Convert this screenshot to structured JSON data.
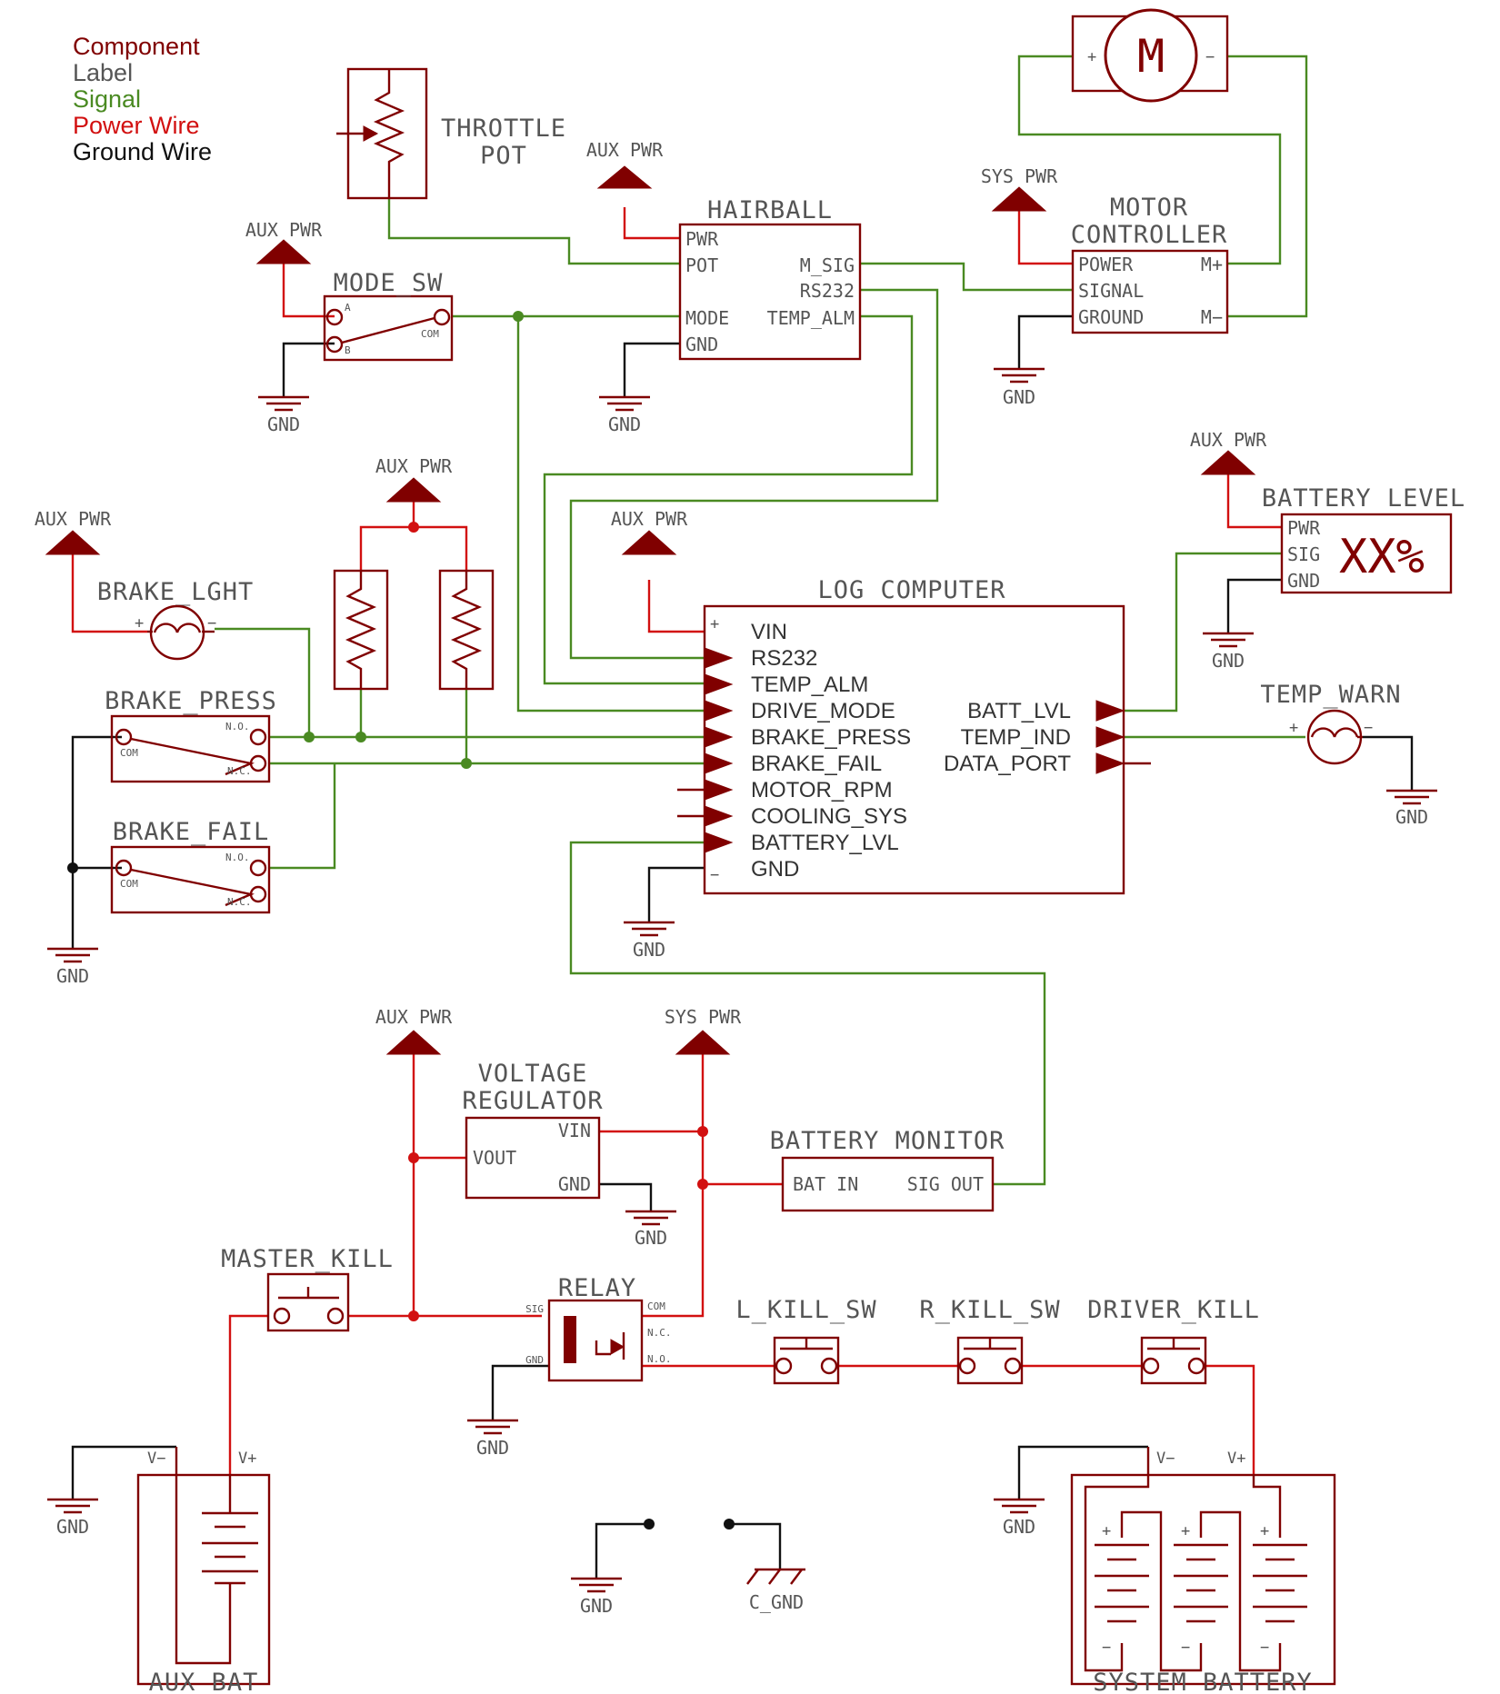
{
  "legend": {
    "component": "Component",
    "label": "Label",
    "signal": "Signal",
    "power_wire": "Power Wire",
    "ground_wire": "Ground Wire"
  },
  "colors": {
    "component": "#800000",
    "label": "#555555",
    "signal": "#4a8a22",
    "power": "#d21010",
    "ground": "#111111"
  },
  "supplies": {
    "aux_pwr": "AUX PWR",
    "sys_pwr": "SYS PWR",
    "gnd": "GND",
    "c_gnd": "C_GND"
  },
  "throttle_pot": {
    "line1": "THROTTLE",
    "line2": "POT"
  },
  "hairball": {
    "title": "HAIRBALL",
    "pins": [
      "PWR",
      "POT",
      "MODE",
      "GND",
      "M_SIG",
      "RS232",
      "TEMP_ALM"
    ]
  },
  "motor": {
    "symbol": "M",
    "plus": "+",
    "minus": "−"
  },
  "motor_controller": {
    "line1": "MOTOR",
    "line2": "CONTROLLER",
    "pins": [
      "POWER",
      "SIGNAL",
      "GROUND",
      "M+",
      "M−"
    ]
  },
  "mode_sw": {
    "title": "MODE_SW",
    "a": "A",
    "b": "B",
    "com": "COM"
  },
  "battery_level": {
    "title": "BATTERY LEVEL",
    "pins": [
      "PWR",
      "SIG",
      "GND"
    ],
    "display": "XX%"
  },
  "brake_lght": {
    "title": "BRAKE_LGHT",
    "plus": "+",
    "minus": "−"
  },
  "brake_press": {
    "title": "BRAKE_PRESS",
    "com": "COM",
    "no": "N.O.",
    "nc": "N.C."
  },
  "brake_fail": {
    "title": "BRAKE_FAIL",
    "com": "COM",
    "no": "N.O.",
    "nc": "N.C."
  },
  "temp_warn": {
    "title": "TEMP_WARN",
    "plus": "+",
    "minus": "−"
  },
  "log_computer": {
    "title": "LOG COMPUTER",
    "plus": "+",
    "minus": "−",
    "left_pins": [
      "VIN",
      "RS232",
      "TEMP_ALM",
      "DRIVE_MODE",
      "BRAKE_PRESS",
      "BRAKE_FAIL",
      "MOTOR_RPM",
      "COOLING_SYS",
      "BATTERY_LVL",
      "GND"
    ],
    "right_pins": [
      "BATT_LVL",
      "TEMP_IND",
      "DATA_PORT"
    ]
  },
  "voltage_regulator": {
    "line1": "VOLTAGE",
    "line2": "REGULATOR",
    "pins": [
      "VIN",
      "VOUT",
      "GND"
    ]
  },
  "battery_monitor": {
    "title": "BATTERY MONITOR",
    "pins": [
      "BAT IN",
      "SIG OUT"
    ]
  },
  "master_kill": {
    "title": "MASTER_KILL"
  },
  "relay": {
    "title": "RELAY",
    "pins": [
      "SIG",
      "GND",
      "COM",
      "N.C.",
      "N.O."
    ]
  },
  "l_kill_sw": {
    "title": "L_KILL_SW"
  },
  "r_kill_sw": {
    "title": "R_KILL_SW"
  },
  "driver_kill": {
    "title": "DRIVER_KILL"
  },
  "aux_bat": {
    "title": "AUX BAT",
    "v_minus": "V−",
    "v_plus": "V+"
  },
  "system_battery": {
    "title": "SYSTEM_BATTERY",
    "v_minus": "V−",
    "v_plus": "V+",
    "plus": "+",
    "minus": "−"
  }
}
